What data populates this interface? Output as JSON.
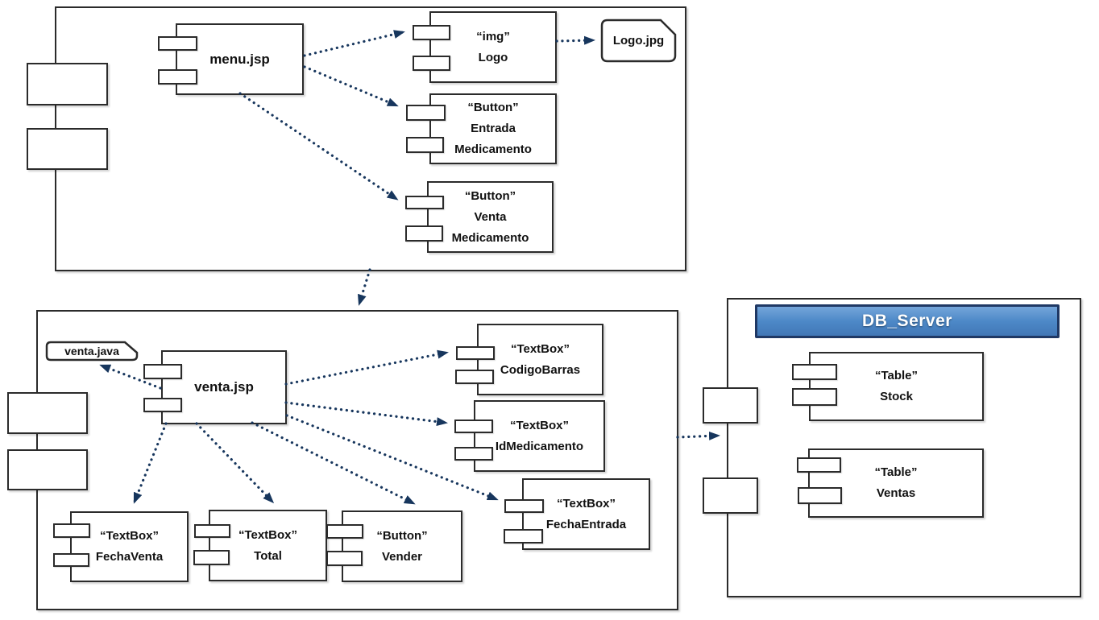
{
  "diagram": {
    "components": {
      "menu_jsp": {
        "lines": [
          "menu.jsp"
        ]
      },
      "img_logo": {
        "lines": [
          "“img”",
          "Logo"
        ]
      },
      "button_entrada": {
        "lines": [
          "“Button”",
          "Entrada",
          "Medicamento"
        ]
      },
      "button_venta": {
        "lines": [
          "“Button”",
          "Venta",
          "Medicamento"
        ]
      },
      "logo_jpg": {
        "label": "Logo.jpg"
      },
      "venta_java": {
        "label": "venta.java"
      },
      "venta_jsp": {
        "lines": [
          "venta.jsp"
        ]
      },
      "codigo_barras": {
        "lines": [
          "“TextBox”",
          "CodigoBarras"
        ]
      },
      "id_medicamento": {
        "lines": [
          "“TextBox”",
          "IdMedicamento"
        ]
      },
      "fecha_entrada": {
        "lines": [
          "“TextBox”",
          "FechaEntrada"
        ]
      },
      "fecha_venta": {
        "lines": [
          "“TextBox”",
          "FechaVenta"
        ]
      },
      "total": {
        "lines": [
          "“TextBox”",
          "Total"
        ]
      },
      "vender": {
        "lines": [
          "“Button”",
          "Vender"
        ]
      },
      "db_server": {
        "title": "DB_Server"
      },
      "table_stock": {
        "lines": [
          "“Table”",
          "Stock"
        ]
      },
      "table_ventas": {
        "lines": [
          "“Table”",
          "Ventas"
        ]
      }
    },
    "connections": [
      {
        "from": "menu.jsp",
        "to": "img Logo"
      },
      {
        "from": "menu.jsp",
        "to": "Button Entrada Medicamento"
      },
      {
        "from": "menu.jsp",
        "to": "Button Venta Medicamento"
      },
      {
        "from": "img Logo",
        "to": "Logo.jpg"
      },
      {
        "from": "menu container",
        "to": "venta container"
      },
      {
        "from": "venta.jsp",
        "to": "venta.java"
      },
      {
        "from": "venta.jsp",
        "to": "TextBox CodigoBarras"
      },
      {
        "from": "venta.jsp",
        "to": "TextBox IdMedicamento"
      },
      {
        "from": "venta.jsp",
        "to": "TextBox FechaEntrada"
      },
      {
        "from": "venta.jsp",
        "to": "TextBox FechaVenta"
      },
      {
        "from": "venta.jsp",
        "to": "TextBox Total"
      },
      {
        "from": "venta.jsp",
        "to": "Button Vender"
      },
      {
        "from": "venta container",
        "to": "DB_Server"
      }
    ],
    "colors": {
      "arrow": "#17365D",
      "db_header_fill": "#4d89c8",
      "db_header_border": "#1F3864",
      "box_border": "#2b2b2b"
    }
  }
}
